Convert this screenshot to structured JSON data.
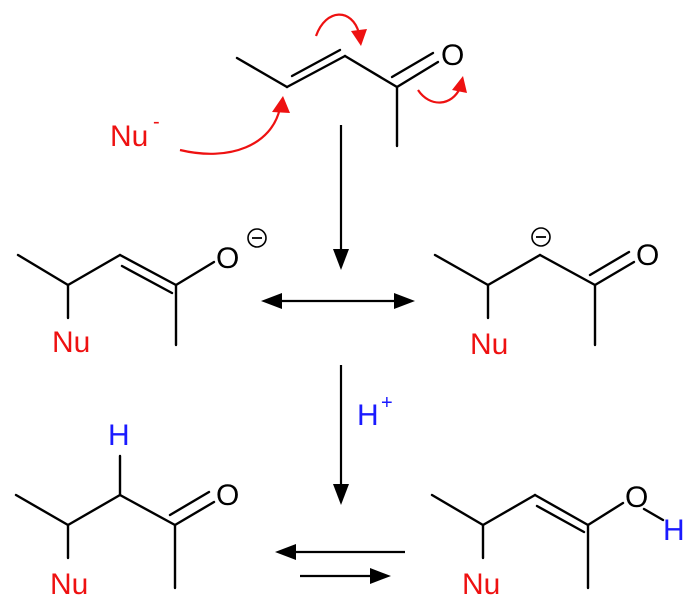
{
  "labels": {
    "oxygen": "O",
    "nucleophile": "Nu",
    "hydrogen": "H",
    "minus": "-",
    "plus": "+"
  },
  "colors": {
    "bonds": "#000000",
    "nucleophile": "#ee1111",
    "hydrogen": "#1a1aff",
    "electron_arrows": "#ee1111"
  },
  "steps": [
    {
      "name": "conjugate-addition",
      "arrow": "forward"
    },
    {
      "name": "resonance",
      "arrow": "double-headed"
    },
    {
      "name": "protonation",
      "arrow": "forward",
      "reagent": "H+"
    },
    {
      "name": "keto-enol-tautomerism",
      "arrow": "equilibrium"
    }
  ]
}
